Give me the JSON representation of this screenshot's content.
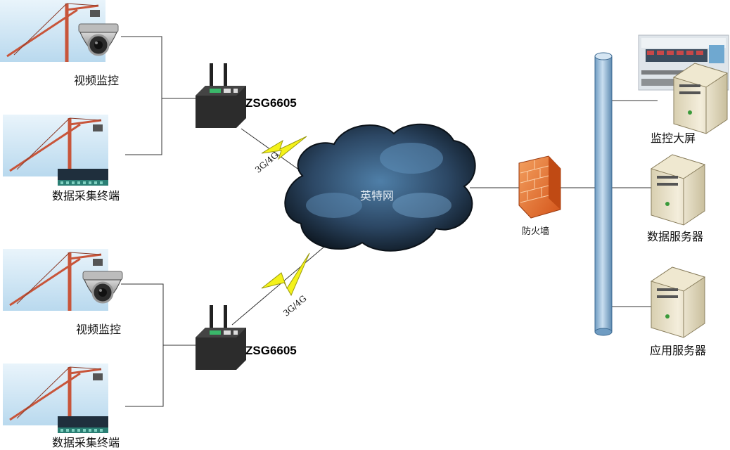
{
  "labels": {
    "site1_camera": "视频监控",
    "site1_terminal": "数据采集终端",
    "site2_camera": "视频监控",
    "site2_terminal": "数据采集终端",
    "gateway1": "ZSG6605",
    "gateway2": "ZSG6605",
    "link1": "3G/4G",
    "link2": "3G/4G",
    "internet": "英特网",
    "firewall": "防火墙",
    "monitor_wall": "监控大屏",
    "data_server": "数据服务器",
    "app_server": "应用服务器"
  },
  "icons": {
    "camera": "dome-camera-icon",
    "crane": "tower-crane-icon",
    "terminal": "data-terminal-icon",
    "gateway": "router-gateway-icon",
    "cloud": "cloud-icon",
    "firewall": "brick-wall-icon",
    "server": "server-tower-icon",
    "bus": "network-bus-icon",
    "lightning": "wireless-link-icon"
  },
  "colors": {
    "bus": "#8fb6d6",
    "cloud_dark": "#1b2a3a",
    "cloud_light": "#4f7fa8",
    "firewall": "#e8742a",
    "lightning": "#f4f21a",
    "sky": "#cfe6f5",
    "crane": "#c8553a"
  }
}
